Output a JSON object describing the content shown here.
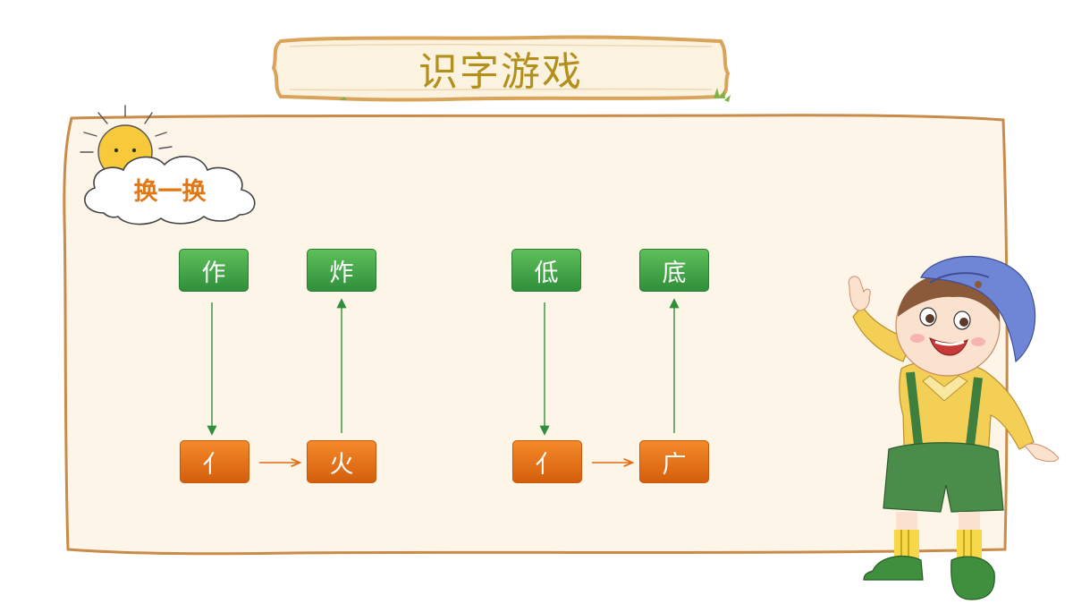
{
  "title": "识字游戏",
  "badge": {
    "label": "换一换"
  },
  "groups": [
    {
      "top_left": "作",
      "top_right": "炸",
      "bottom_left": "亻",
      "bottom_right": "火"
    },
    {
      "top_left": "低",
      "top_right": "底",
      "bottom_left": "亻",
      "bottom_right": "广"
    }
  ],
  "colors": {
    "title": "#b38f1c",
    "badge_text": "#e07816",
    "board_fill": "#fdf5e8",
    "board_border": "#c98b4a",
    "tile_green": "#3e9f44",
    "tile_orange": "#e26c12",
    "arrow": "#2f8f3a"
  }
}
